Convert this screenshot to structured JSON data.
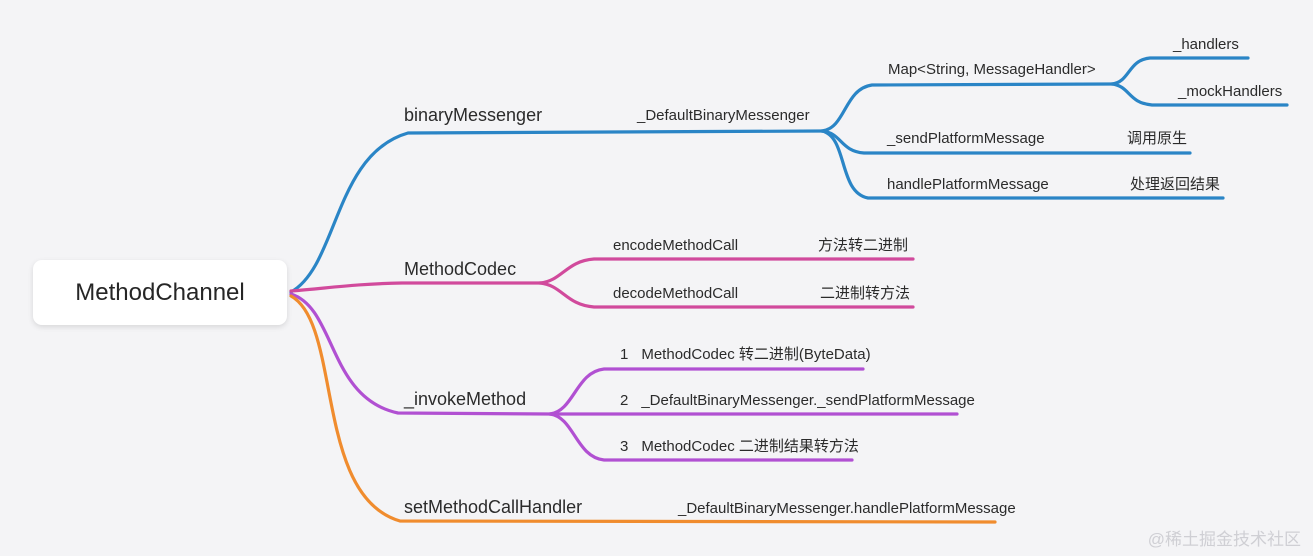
{
  "root": {
    "label": "MethodChannel"
  },
  "colors": {
    "blue": "#2a85c6",
    "pink": "#d14a9c",
    "purple": "#b150d2",
    "orange": "#f08c2e"
  },
  "branches": {
    "binary_messenger": {
      "label": "binaryMessenger",
      "impl": "_DefaultBinaryMessenger",
      "children": {
        "handler_map": {
          "label": "Map<String, MessageHandler>",
          "children": {
            "handlers": {
              "label": "_handlers"
            },
            "mock_handlers": {
              "label": "_mockHandlers"
            }
          }
        },
        "send_platform_message": {
          "label": "_sendPlatformMessage",
          "note": "调用原生"
        },
        "handle_platform_message": {
          "label": "handlePlatformMessage",
          "note": "处理返回结果"
        }
      }
    },
    "method_codec": {
      "label": "MethodCodec",
      "children": {
        "encode": {
          "label": "encodeMethodCall",
          "note": "方法转二进制"
        },
        "decode": {
          "label": "decodeMethodCall",
          "note": "二进制转方法"
        }
      }
    },
    "invoke_method": {
      "label": "_invokeMethod",
      "steps": [
        {
          "num": "1",
          "label": "MethodCodec 转二进制(ByteData)"
        },
        {
          "num": "2",
          "label": "_DefaultBinaryMessenger._sendPlatformMessage"
        },
        {
          "num": "3",
          "label": "MethodCodec 二进制结果转方法"
        }
      ]
    },
    "set_method_call_handler": {
      "label": "setMethodCallHandler",
      "impl": "_DefaultBinaryMessenger.handlePlatformMessage"
    }
  },
  "watermark": "@稀土掘金技术社区"
}
